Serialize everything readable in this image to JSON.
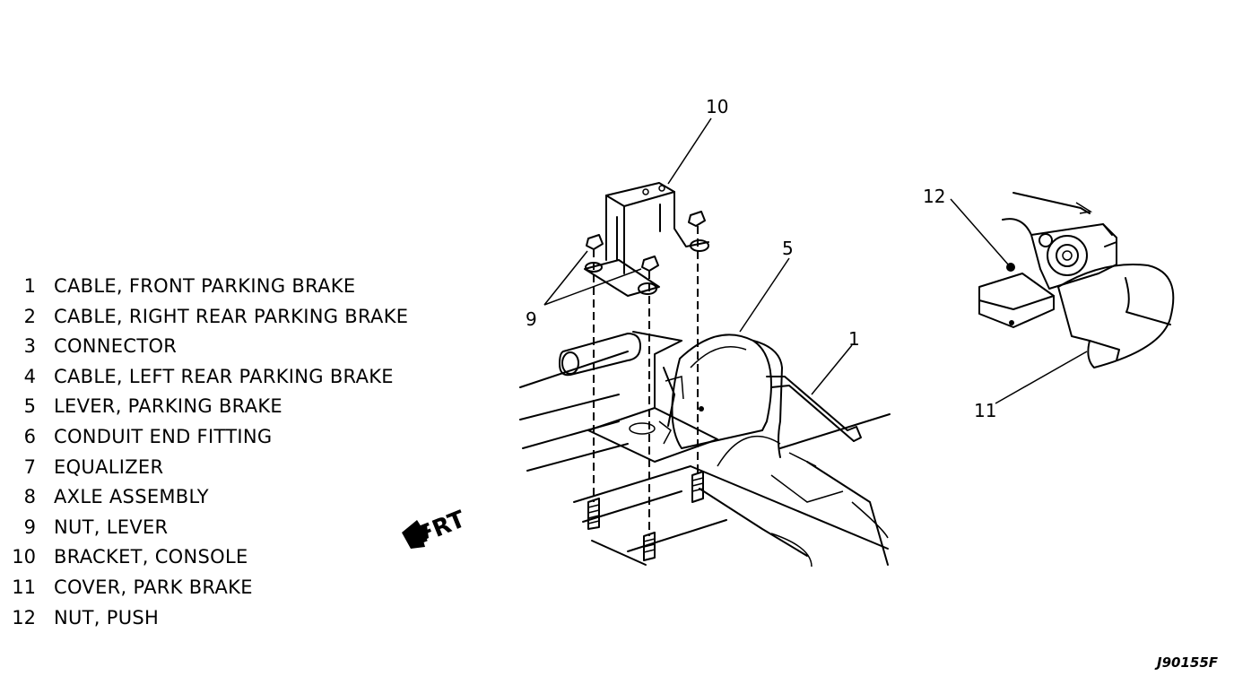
{
  "legend": [
    {
      "num": "1",
      "text": "CABLE, FRONT PARKING BRAKE"
    },
    {
      "num": "2",
      "text": "CABLE, RIGHT REAR PARKING BRAKE"
    },
    {
      "num": "3",
      "text": "CONNECTOR"
    },
    {
      "num": "4",
      "text": "CABLE, LEFT REAR PARKING BRAKE"
    },
    {
      "num": "5",
      "text": "LEVER, PARKING BRAKE"
    },
    {
      "num": "6",
      "text": "CONDUIT END FITTING"
    },
    {
      "num": "7",
      "text": "EQUALIZER"
    },
    {
      "num": "8",
      "text": "AXLE ASSEMBLY"
    },
    {
      "num": "9",
      "text": "NUT, LEVER"
    },
    {
      "num": "10",
      "text": "BRACKET, CONSOLE"
    },
    {
      "num": "11",
      "text": "COVER, PARK BRAKE"
    },
    {
      "num": "12",
      "text": "NUT, PUSH"
    }
  ],
  "callouts": {
    "c1": "1",
    "c5": "5",
    "c9": "9",
    "c10": "10",
    "c11": "11",
    "c12": "12"
  },
  "direction_label": "FRT",
  "figure_id": "J90155F"
}
